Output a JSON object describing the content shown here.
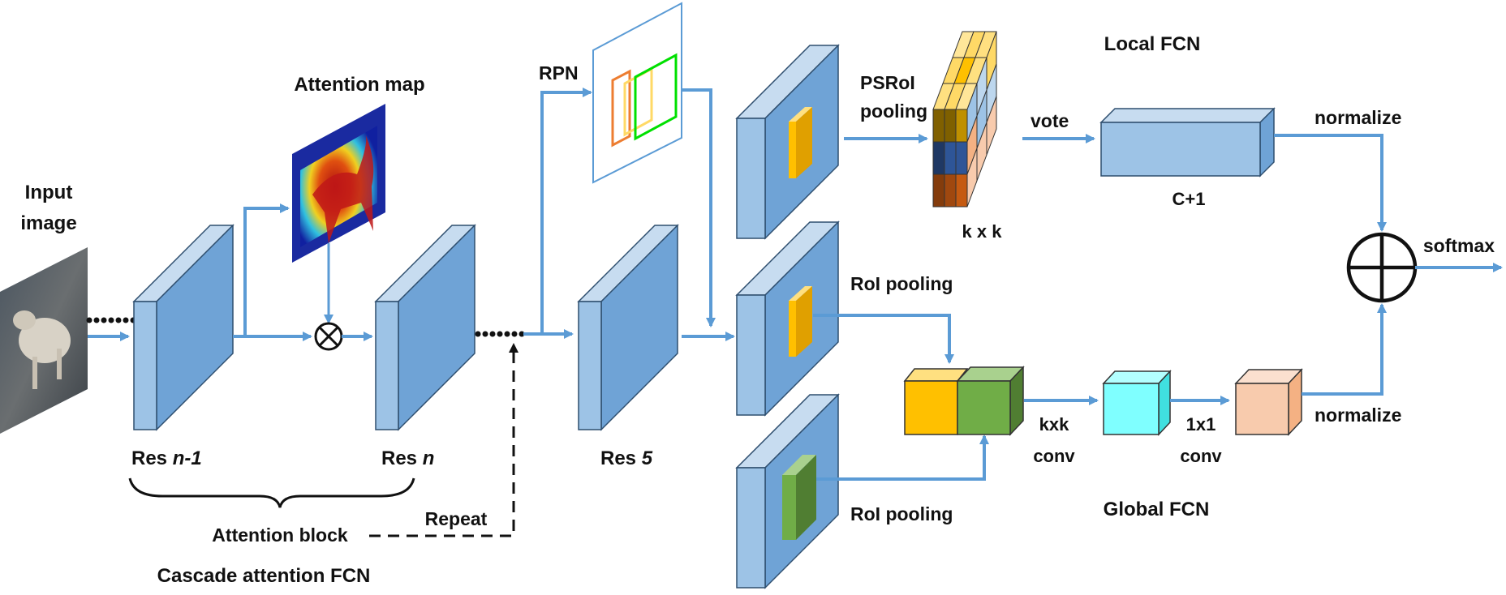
{
  "labels": {
    "input_image_line1": "Input",
    "input_image_line2": "image",
    "attention_map": "Attention map",
    "res_n_minus_1_prefix": "Res ",
    "res_n_minus_1_suffix": "n-1",
    "res_n_prefix": "Res ",
    "res_n_suffix": "n",
    "res_5_prefix": "Res ",
    "res_5_suffix": "5",
    "attention_block": "Attention block",
    "repeat": "Repeat",
    "cascade_attention_fcn": "Cascade attention FCN",
    "rpn": "RPN",
    "psroi_line1": "PSRoI",
    "psroi_line2": "pooling",
    "kxk_grid": "k x k",
    "local_fcn": "Local FCN",
    "vote": "vote",
    "c_plus_1": "C+1",
    "normalize_top": "normalize",
    "softmax": "softmax",
    "roi_pooling_1": "RoI pooling",
    "roi_pooling_2": "RoI pooling",
    "kxk_conv_line1": "kxk",
    "kxk_conv_line2": "conv",
    "one_by_one_line1": "1x1",
    "one_by_one_line2": "conv",
    "normalize_bottom": "normalize",
    "global_fcn": "Global FCN"
  },
  "colors": {
    "arrow": "#5b9bd5",
    "block_front": "#9dc3e6",
    "block_side": "#6fa3d6",
    "block_top": "#c7dcf0",
    "orange": "#ffc000",
    "green": "#70ad47",
    "cyan": "#7fffff",
    "peach": "#f8cbad"
  }
}
